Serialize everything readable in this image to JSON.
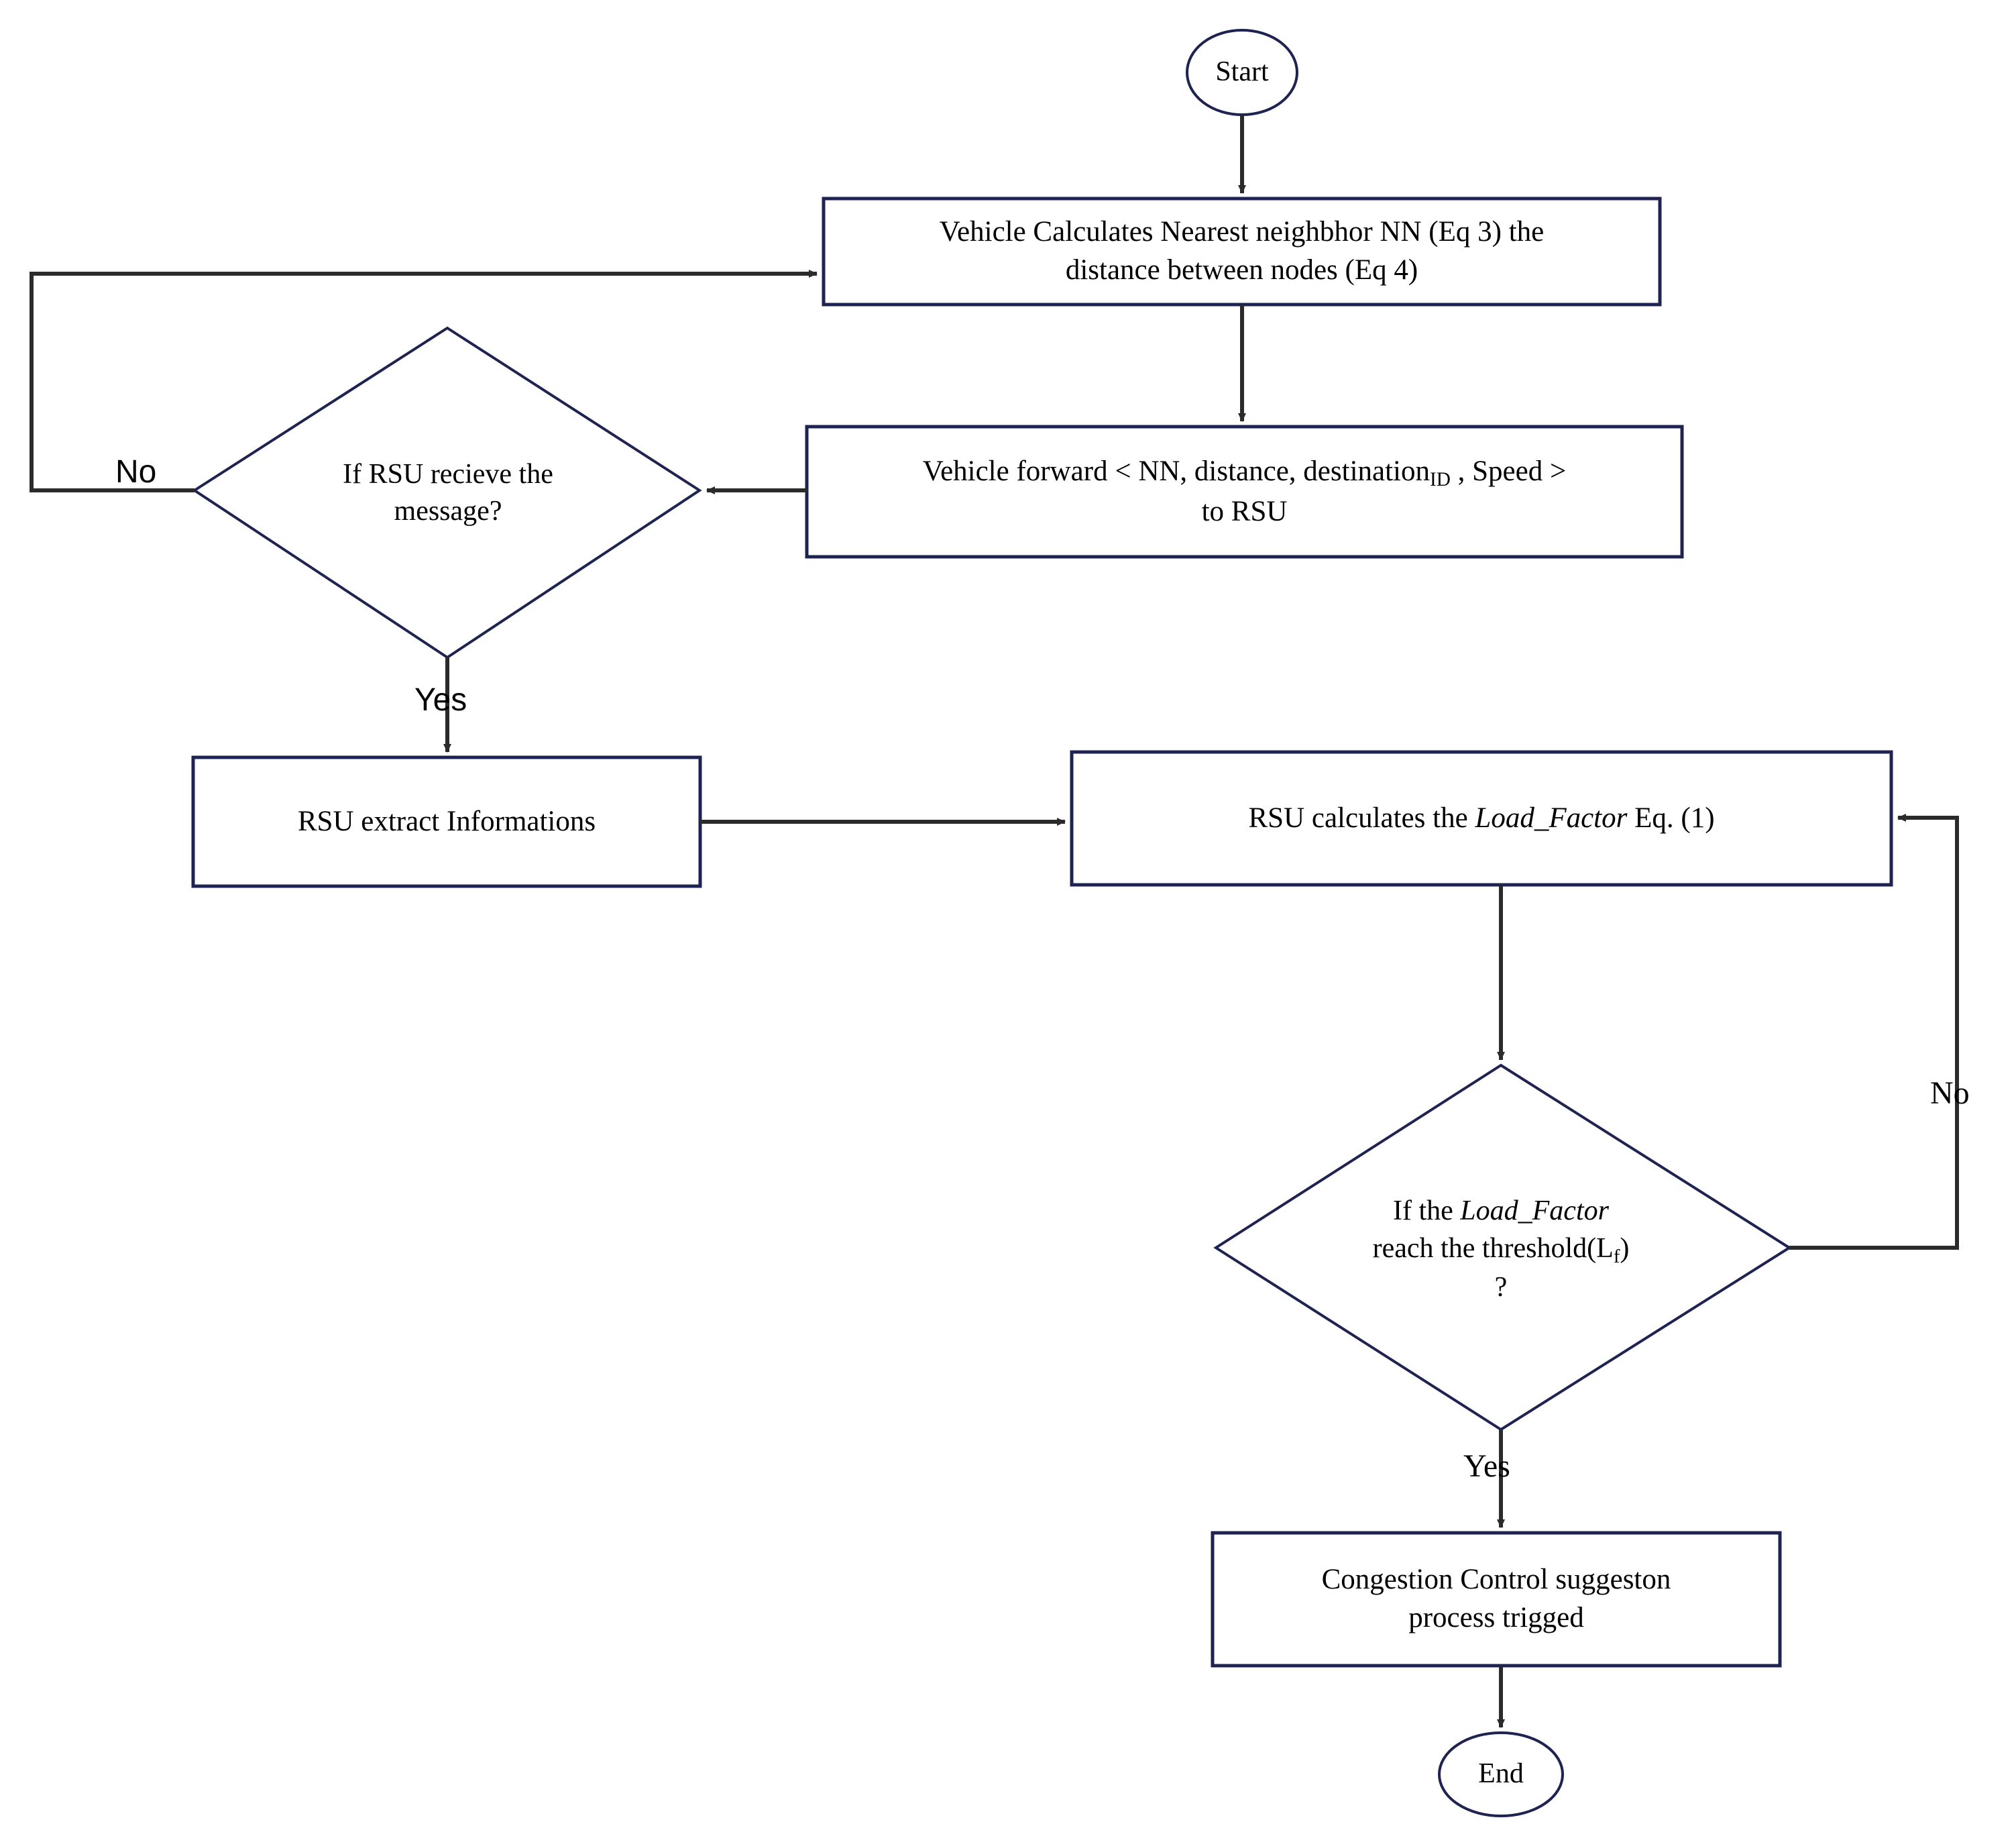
{
  "diagram": {
    "type": "flowchart",
    "title": "RSU Load Factor Congestion Control Flowchart",
    "stroke_color": "#1f2352",
    "arrow_color": "#2b2b2b",
    "background": "#ffffff"
  },
  "nodes": {
    "start": {
      "shape": "terminator",
      "label": "Start"
    },
    "calc_nn": {
      "shape": "process",
      "line1": "Vehicle Calculates Nearest neighbhor NN (Eq 3)  the",
      "line2": "distance between nodes (Eq 4)"
    },
    "forward": {
      "shape": "process",
      "line1_a": "Vehicle forward < NN, distance, destination",
      "line1_sub": "ID",
      "line1_b": " , Speed >",
      "line2": "to RSU"
    },
    "rsu_receive": {
      "shape": "decision",
      "line1": "If RSU recieve the",
      "line2": "message?"
    },
    "extract": {
      "shape": "process",
      "label": "RSU extract Informations"
    },
    "load_factor": {
      "shape": "process",
      "prefix": "RSU calculates the ",
      "italic": "Load_Factor",
      "suffix": "  Eq. (1)"
    },
    "threshold": {
      "shape": "decision",
      "line1_prefix": "If the ",
      "line1_italic": "Load_Factor",
      "line2_a": "reach the threshold(L",
      "line2_sub": "f",
      "line2_b": ")",
      "line3": "?"
    },
    "congestion": {
      "shape": "process",
      "line1": "Congestion Control suggeston",
      "line2": "process trigged"
    },
    "end": {
      "shape": "terminator",
      "label": "End"
    }
  },
  "edge_labels": {
    "rsu_no": "No",
    "rsu_yes": "Yes",
    "threshold_no": "No",
    "threshold_yes": "Yes"
  }
}
